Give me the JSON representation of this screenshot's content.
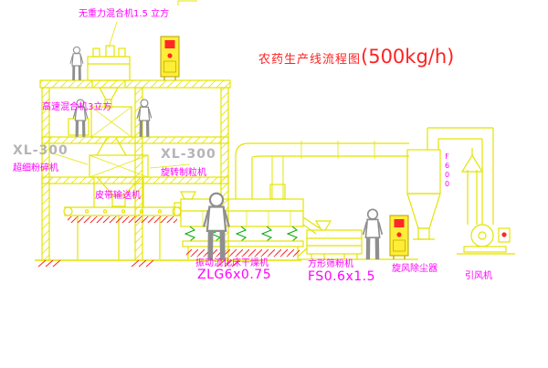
{
  "title": {
    "text": "农药生产线流程图",
    "capacity": "(500kg/h)"
  },
  "labels": {
    "gravity_mixer": "无重力混合机1.5 立方",
    "high_speed_mixer": "高速混合机3立方",
    "pulverizer_model": "XL-300",
    "pulverizer_name": "超细粉碎机",
    "granulator_model": "XL-300",
    "granulator_name": "旋转制粒机",
    "belt_conveyor": "皮带输送机",
    "dryer_name": "振动流化床干燥机",
    "dryer_model": "ZLG6x0.75",
    "sifter_name": "方形筛粉机",
    "sifter_model": "FS0.6x1.5",
    "cyclone": "旋风除尘器",
    "fan": "引风机",
    "duct_tag": "F600"
  },
  "colors": {
    "line_yellow": "#e4e400",
    "label_magenta": "#ff00ff",
    "title_red": "#ff2222",
    "model_gray": "#b5b5b5",
    "accent_red": "#ff2828",
    "spring_green": "#00a800",
    "background": "#ffffff"
  }
}
